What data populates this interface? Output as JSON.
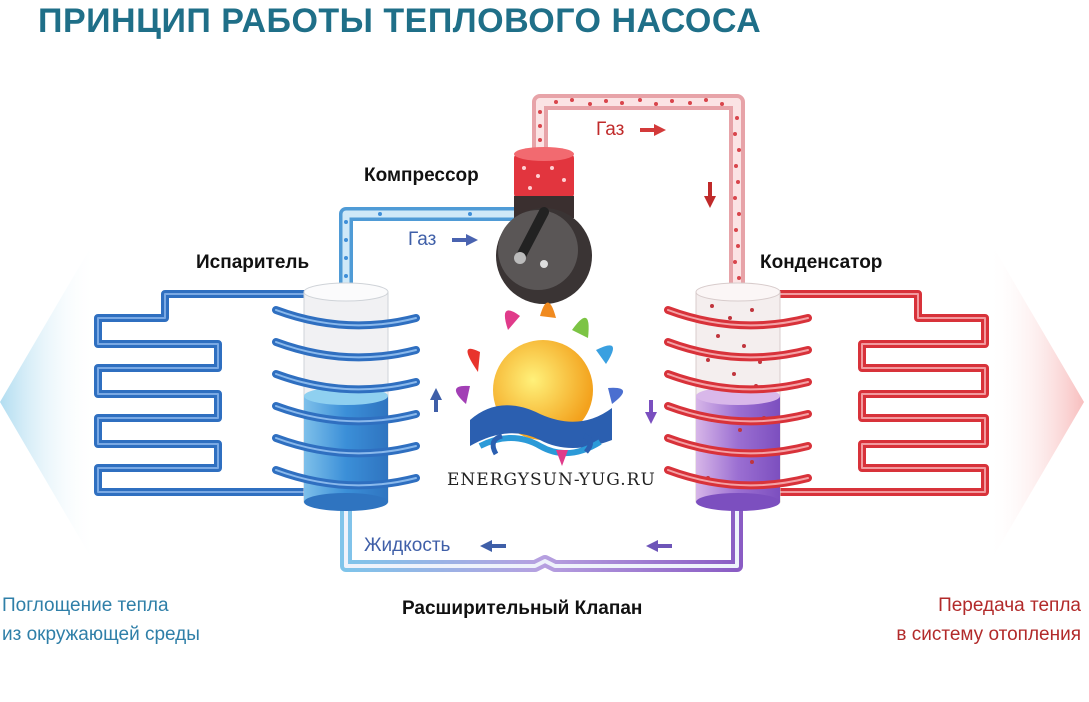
{
  "title": "ПРИНЦИП РАБОТЫ ТЕПЛОВОГО НАСОСА",
  "components": {
    "compressor": "Компрессор",
    "evaporator": "Испаритель",
    "condenser": "Конденсатор",
    "expansion_valve": "Расширительный Клапан"
  },
  "flows": {
    "gas_top": "Газ",
    "gas_left": "Газ",
    "liquid": "Жидкость"
  },
  "sides": {
    "left_line1": "Поглощение тепла",
    "left_line2": "из окружающей среды",
    "right_line1": "Передача тепла",
    "right_line2": "в систему отопления"
  },
  "logo_text": "ENERGYSUN-YUG.RU",
  "colors": {
    "title": "#1f6f88",
    "cold": "#3a7fc8",
    "hot": "#e0424a",
    "mixed": "#8a5cc4"
  }
}
